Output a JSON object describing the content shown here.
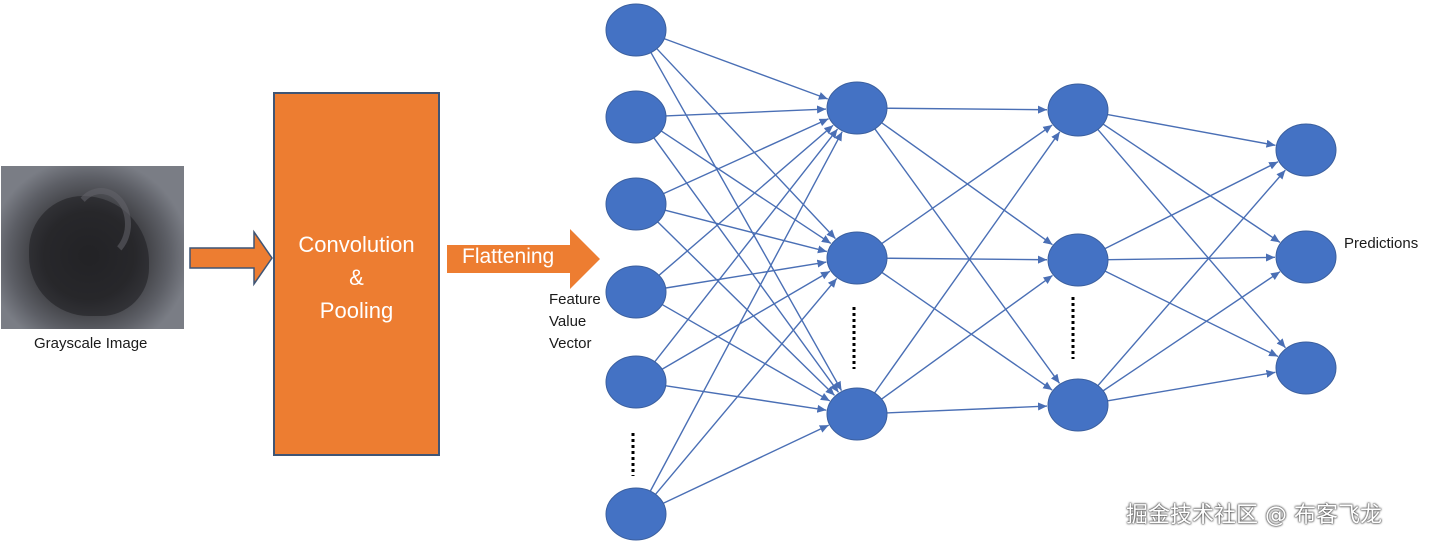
{
  "input": {
    "label": "Grayscale Image"
  },
  "conv_block": {
    "line1": "Convolution",
    "line2": "&",
    "line3": "Pooling"
  },
  "flatten": {
    "label": "Flattening"
  },
  "feature_vector": {
    "line1": "Feature",
    "line2": "Value",
    "line3": "Vector"
  },
  "output": {
    "label": "Predictions"
  },
  "watermark": "掘金技术社区 @ 布客飞龙",
  "colors": {
    "node": "#4472C4",
    "edge": "#4a6fb5",
    "block": "#ED7D31"
  },
  "network": {
    "layers": [
      {
        "name": "input-layer",
        "visible_nodes": 6,
        "ellipsis": true
      },
      {
        "name": "hidden-layer-1",
        "visible_nodes": 3,
        "ellipsis": true
      },
      {
        "name": "hidden-layer-2",
        "visible_nodes": 3,
        "ellipsis": true
      },
      {
        "name": "output-layer",
        "visible_nodes": 3,
        "ellipsis": false
      }
    ],
    "connectivity": "fully-connected"
  }
}
